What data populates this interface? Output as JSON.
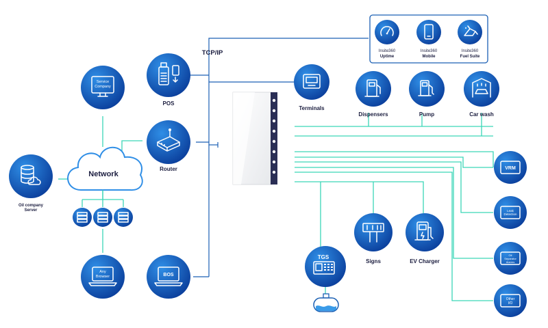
{
  "protocol": "TCP/IP",
  "network": "Network",
  "oil_company": {
    "line1": "Oil company",
    "line2": "Server"
  },
  "service_company": {
    "line1": "Service",
    "line2": "Company"
  },
  "pos": "POS",
  "router": "Router",
  "any_browser": {
    "line1": "Any",
    "line2": "Browser"
  },
  "bos": "BOS",
  "terminals": "Terminals",
  "dispensers": "Dispensers",
  "pump": "Pump",
  "car_wash": "Car wash",
  "signs": "Signs",
  "ev_charger": "EV Charger",
  "tgs": "TGS",
  "insite": [
    {
      "brand": "Insite360",
      "product": "Uptime"
    },
    {
      "brand": "Insite360",
      "product": "Mobile"
    },
    {
      "brand": "Insite360",
      "product": "Fuel Suite"
    }
  ],
  "vrm": "VRM",
  "leak": {
    "line1": "Leak",
    "line2": "Detection"
  },
  "oil_water": {
    "line1": "Oil",
    "line2": "Separator",
    "line3": "Alarms"
  },
  "other_io": {
    "line1": "Other",
    "line2": "I/O"
  },
  "colors": {
    "node_dark": "#0b3f9c",
    "node_light": "#2f8ee6",
    "line_teal": "#3ad6b7",
    "line_blue": "#1a5fb3",
    "label": "#1b1d3f"
  }
}
